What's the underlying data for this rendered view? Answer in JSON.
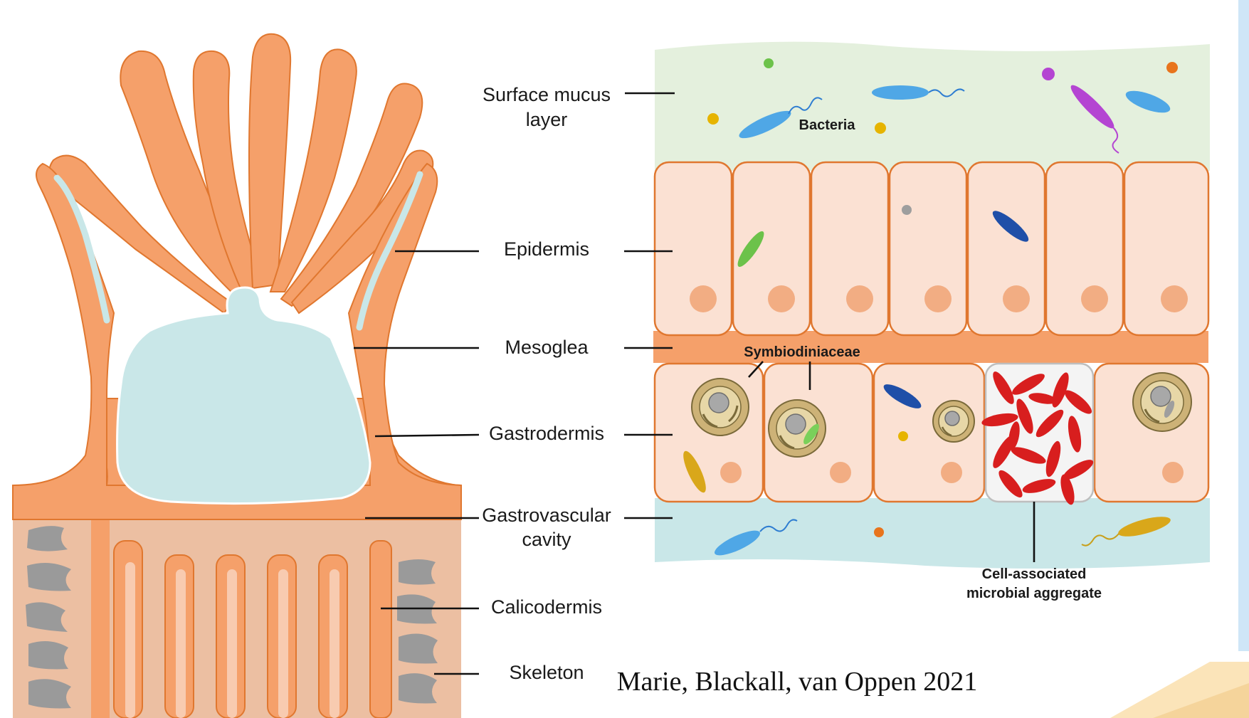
{
  "labels": {
    "surface_mucus_line1": "Surface mucus",
    "surface_mucus_line2": "layer",
    "epidermis": "Epidermis",
    "mesoglea": "Mesoglea",
    "gastrodermis": "Gastrodermis",
    "gastrovascular_line1": "Gastrovascular",
    "gastrovascular_line2": "cavity",
    "calicodermis": "Calicodermis",
    "skeleton": "Skeleton"
  },
  "callouts": {
    "bacteria": "Bacteria",
    "symbiodiniaceae": "Symbiodiniaceae",
    "aggregate_line1": "Cell-associated",
    "aggregate_line2": "microbial aggregate"
  },
  "citation": "Marie, Blackall, van Oppen 2021",
  "colors": {
    "tissue": "#F5A06A",
    "tissue_outline": "#E0772F",
    "cavity": "#C9E7E8",
    "skeleton_bg": "#ECBFA2",
    "skeleton_piece": "#9A9A9A",
    "mucus": "#E4F0DD",
    "cell": "#FBE1D3",
    "nucleus": "#F2AD83",
    "aggregate": "#D81E1E",
    "symbiont": "#CDB277"
  }
}
